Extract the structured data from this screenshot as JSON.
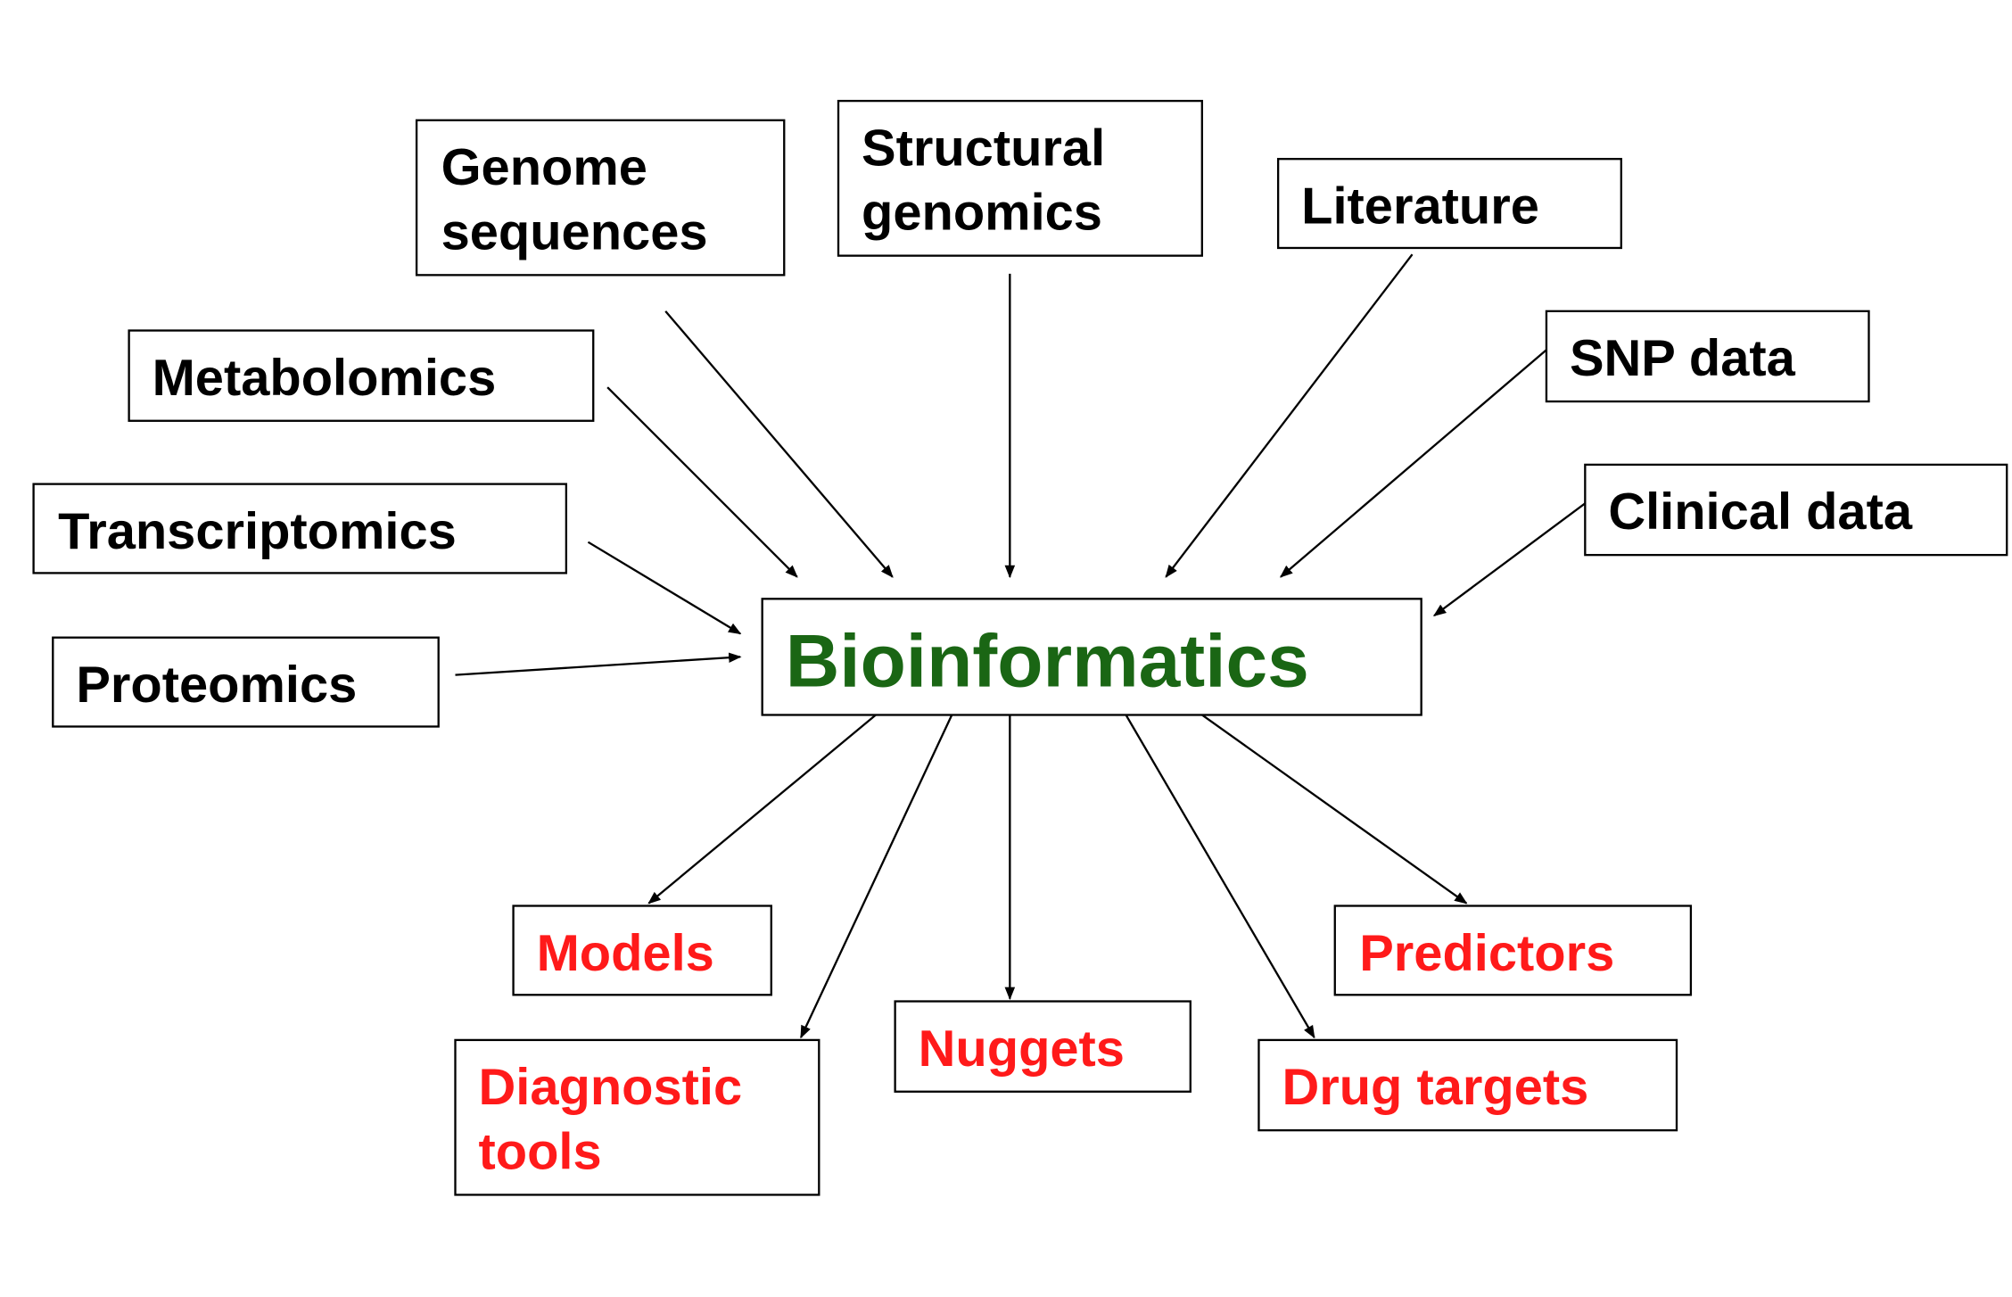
{
  "colors": {
    "input_text": "#000000",
    "center_text": "#1a6614",
    "output_text": "#ff1a1a"
  },
  "center": {
    "label": "Bioinformatics"
  },
  "inputs": {
    "genome": [
      "Genome",
      "sequences"
    ],
    "structural": [
      "Structural",
      "genomics"
    ],
    "literature": [
      "Literature"
    ],
    "snp": [
      "SNP data"
    ],
    "clinical": [
      "Clinical data"
    ],
    "metabolomics": [
      "Metabolomics"
    ],
    "transcriptomics": [
      "Transcriptomics"
    ],
    "proteomics": [
      "Proteomics"
    ]
  },
  "outputs": {
    "models": [
      "Models"
    ],
    "diagnostic": [
      "Diagnostic",
      "tools"
    ],
    "nuggets": [
      "Nuggets"
    ],
    "drug_targets": [
      "Drug targets"
    ],
    "predictors": [
      "Predictors"
    ]
  }
}
